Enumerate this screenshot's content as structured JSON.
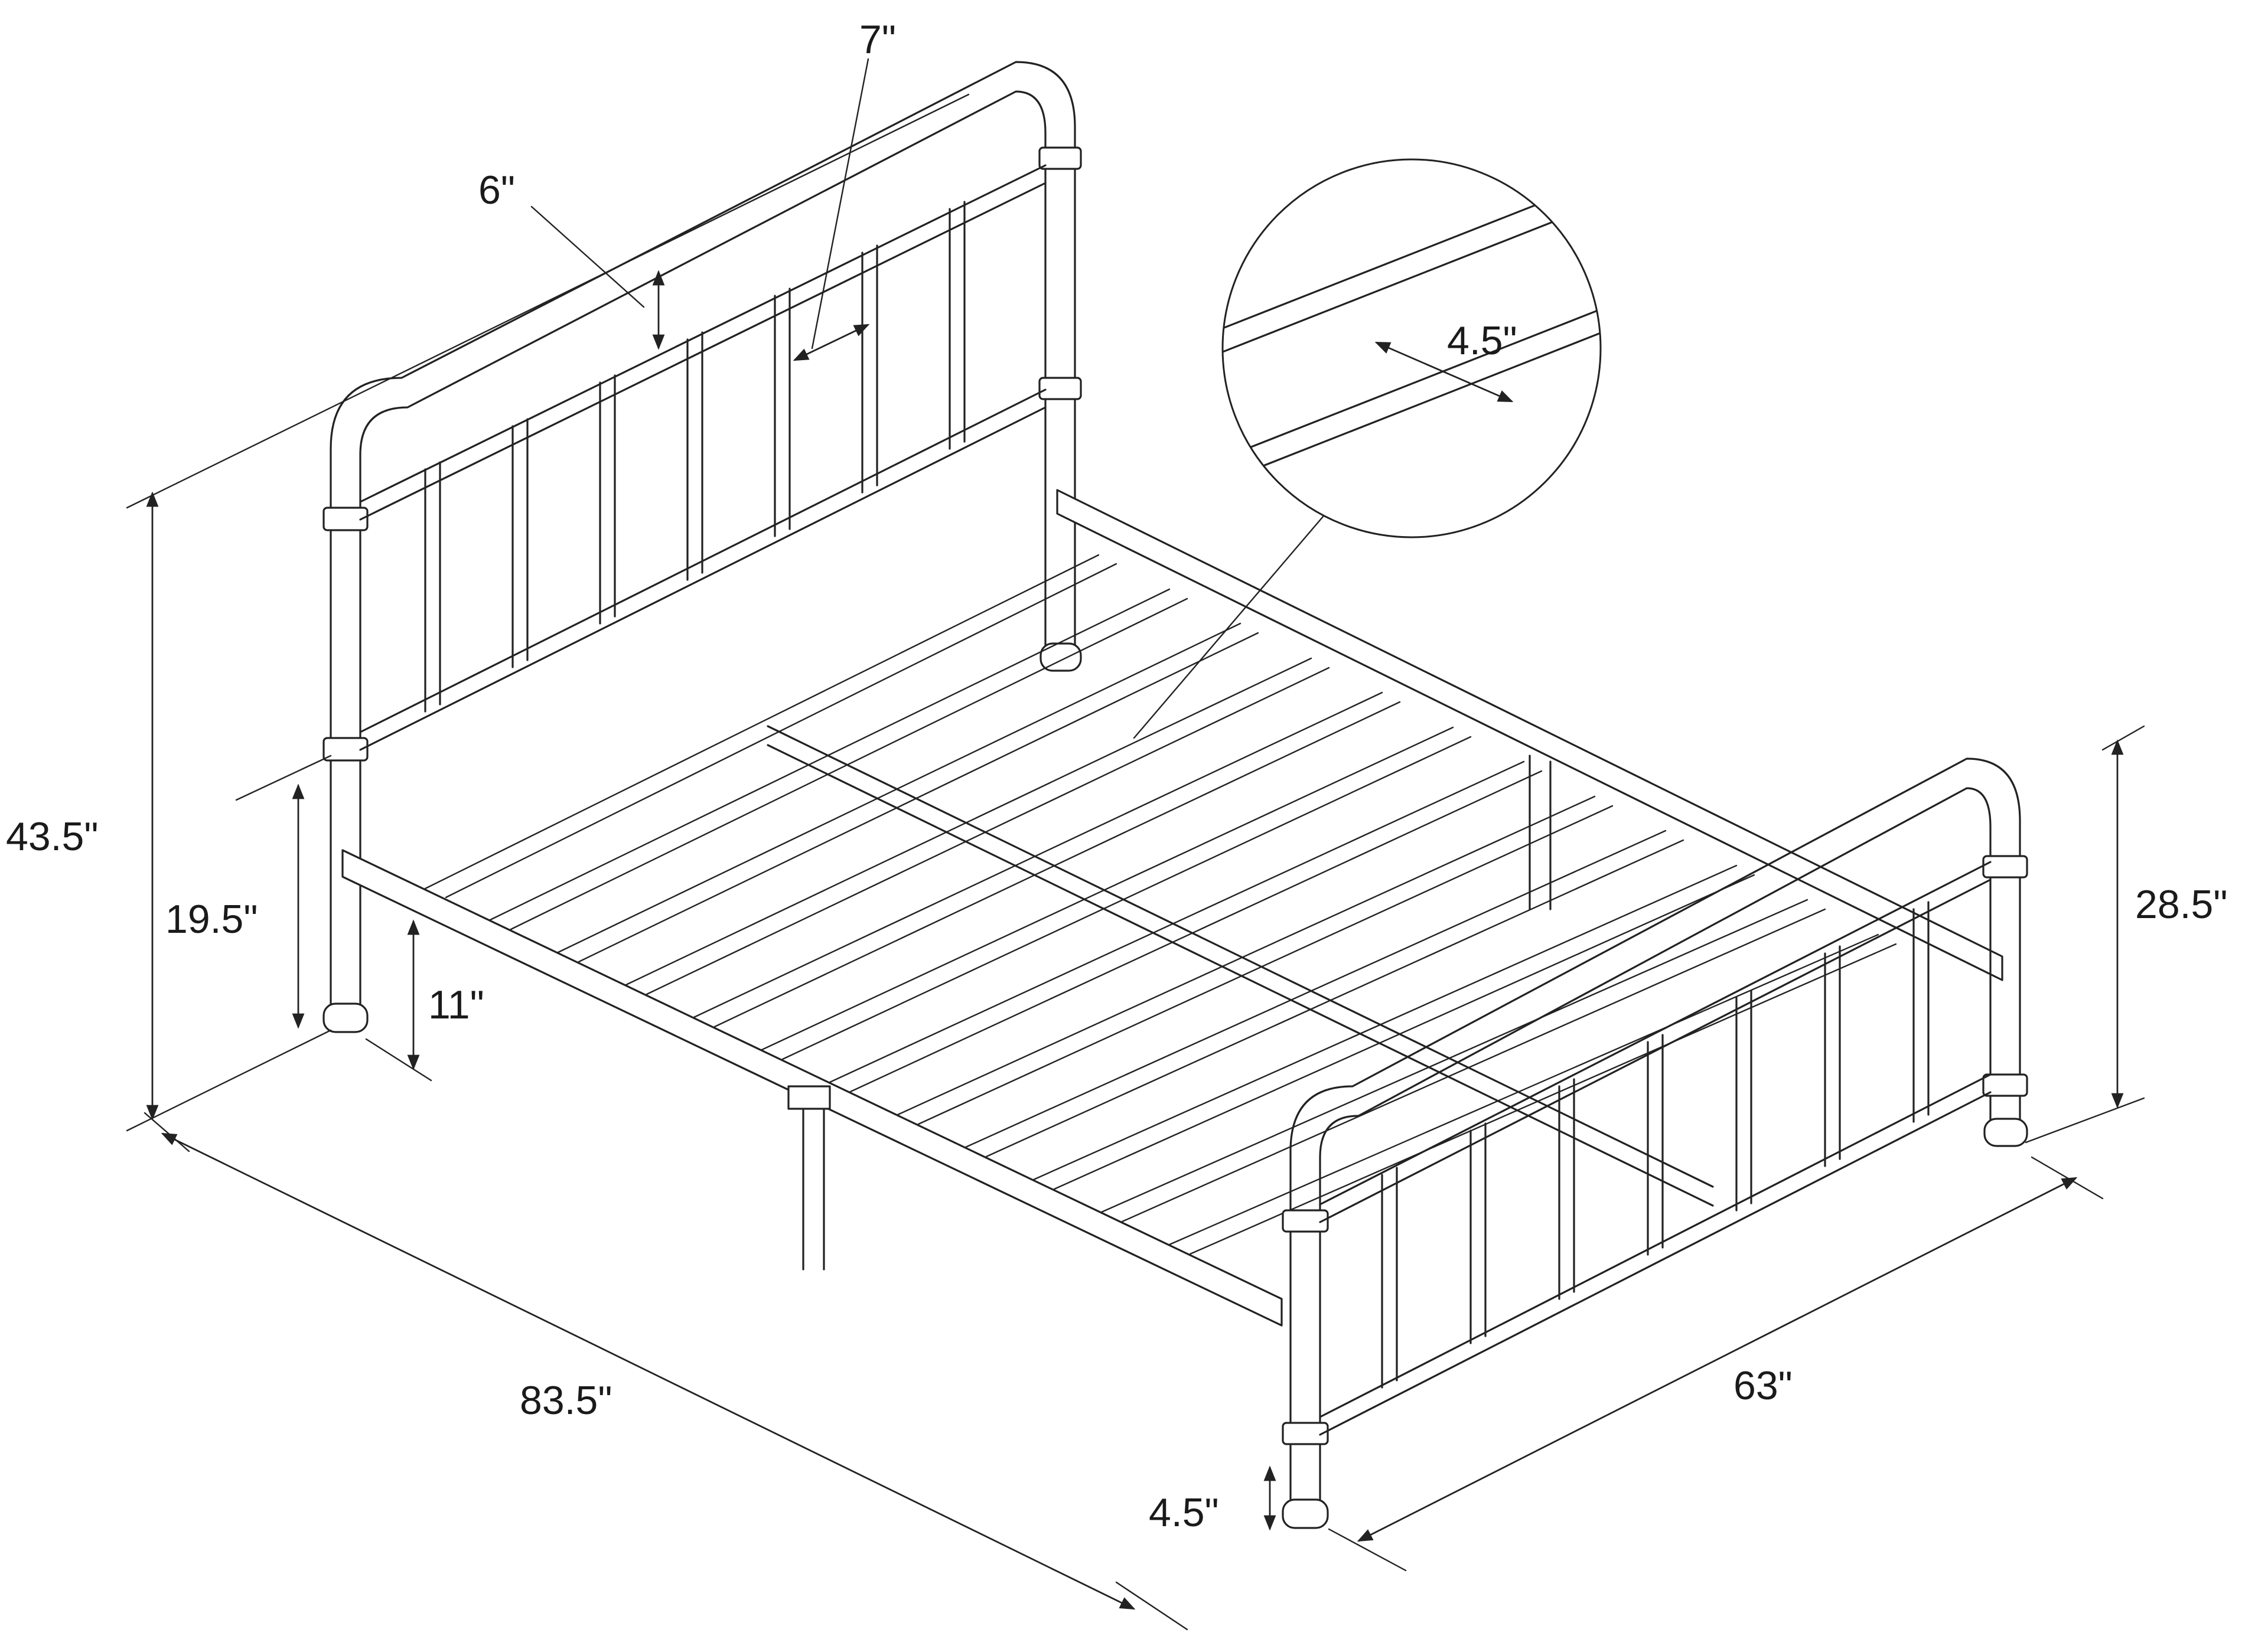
{
  "diagram": {
    "subject": "metal-bed-frame-dimensions",
    "colors": {
      "ink": "#222222",
      "background": "#ffffff"
    },
    "dimensions": {
      "headboard_height": "43.5\"",
      "underbed_clearance": "19.5\"",
      "leg_height": "11\"",
      "top_rail_gap": "6\"",
      "spindle_spacing": "7\"",
      "slat_spacing": "4.5\"",
      "footboard_height": "28.5\"",
      "length": "83.5\"",
      "width": "63\"",
      "foot_leg_height": "4.5\""
    }
  }
}
